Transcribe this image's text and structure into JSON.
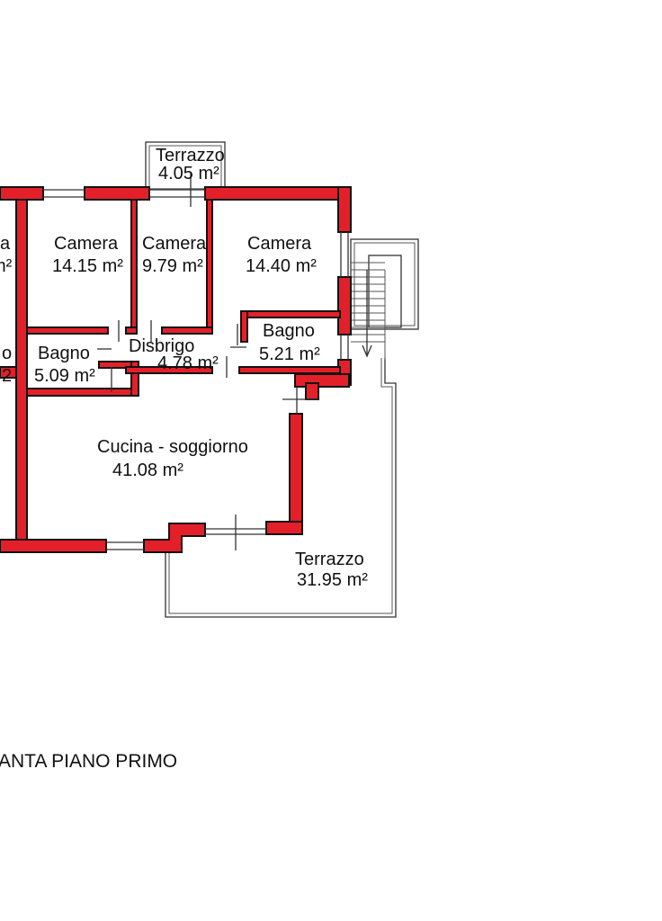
{
  "rooms": {
    "terrazzo_top": {
      "name": "Terrazzo",
      "area": "4.05 m²"
    },
    "camera_left_cut": {
      "name": "a",
      "area": "m²"
    },
    "camera_1": {
      "name": "Camera",
      "area": "14.15 m²"
    },
    "camera_2": {
      "name": "Camera",
      "area": "9.79 m²"
    },
    "camera_3": {
      "name": "Camera",
      "area": "14.40 m²"
    },
    "bagno_right": {
      "name": "Bagno",
      "area": "5.21 m²"
    },
    "disbrigo": {
      "name": "Disbrigo",
      "area": "4.78 m²"
    },
    "bagno_left": {
      "name": "Bagno",
      "area": "5.09 m²"
    },
    "left_cut": {
      "name": "o",
      "area": "2"
    },
    "cucina": {
      "name": "Cucina - soggiorno",
      "area": "41.08 m²"
    },
    "terrazzo_big": {
      "name": "Terrazzo",
      "area": "31.95 m²"
    }
  },
  "caption": "ANTA PIANO PRIMO",
  "colors": {
    "wall": "#e3202a",
    "line": "#333333",
    "background": "#ffffff"
  }
}
